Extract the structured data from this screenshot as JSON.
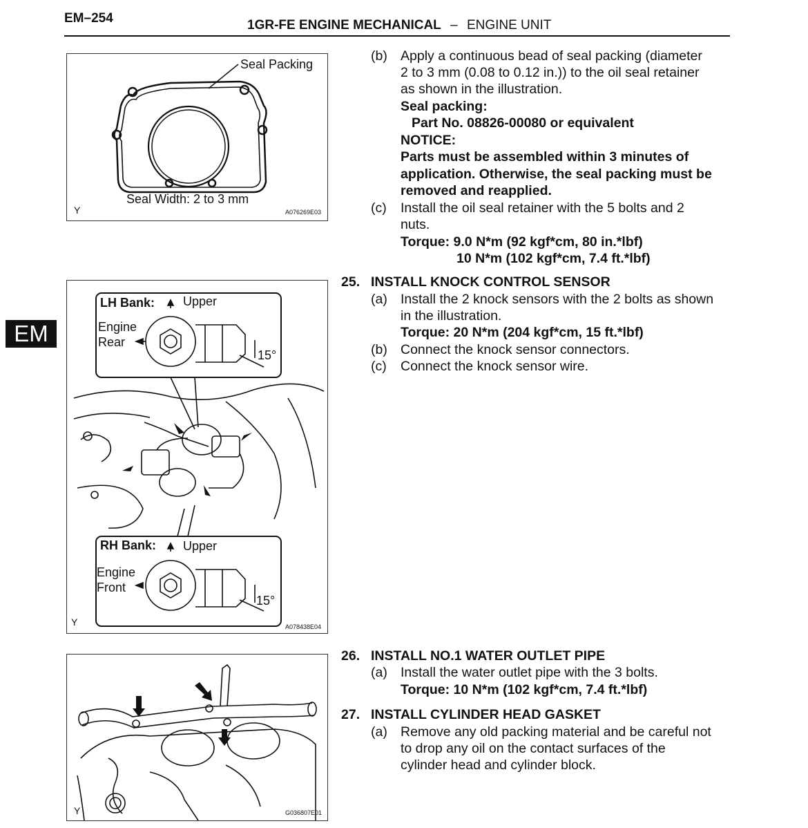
{
  "header": {
    "page_number": "EM–254",
    "title_bold": "1GR-FE ENGINE MECHANICAL",
    "title_sep": "–",
    "title_rest": "ENGINE UNIT"
  },
  "side_tab": "EM",
  "figures": {
    "fig1": {
      "seal_packing": "Seal Packing",
      "seal_width": "Seal Width: 2 to 3 mm",
      "code": "A076269E03",
      "y": "Y"
    },
    "fig2": {
      "lh_bank": "LH Bank:",
      "upper_1": "Upper",
      "engine_rear_1": "Engine",
      "engine_rear_2": "Rear",
      "angle_1": "15°",
      "rh_bank": "RH Bank:",
      "upper_2": "Upper",
      "engine_front_1": "Engine",
      "engine_front_2": "Front",
      "angle_2": "15°",
      "code": "A078438E04",
      "y": "Y"
    },
    "fig3": {
      "code": "G036807E01",
      "y": "Y"
    }
  },
  "steps": {
    "b_label": "(b)",
    "b_lines": [
      "Apply a continuous bead of seal packing (diameter",
      "2 to 3 mm (0.08 to 0.12 in.)) to the oil seal retainer",
      "as shown in the illustration."
    ],
    "seal_packing_title": "Seal packing:",
    "seal_packing_part": "Part No. 08826-00080 or equivalent",
    "notice_title": "NOTICE:",
    "notice_lines": [
      "Parts must be assembled within 3 minutes of",
      "application. Otherwise, the seal packing must be",
      "removed and reapplied."
    ],
    "c_label": "(c)",
    "c_lines": [
      "Install the oil seal retainer with the 5 bolts and 2",
      "nuts."
    ],
    "c_torque_1": "Torque: 9.0 N*m (92 kgf*cm, 80 in.*lbf)",
    "c_torque_2": "10 N*m (102 kgf*cm, 7.4 ft.*lbf)",
    "s25_num": "25.",
    "s25_title": "INSTALL KNOCK CONTROL SENSOR",
    "s25_a_label": "(a)",
    "s25_a_lines": [
      "Install the 2 knock sensors with the 2 bolts as shown",
      "in the illustration."
    ],
    "s25_torque": "Torque: 20 N*m (204 kgf*cm, 15 ft.*lbf)",
    "s25_b_label": "(b)",
    "s25_b_text": "Connect the knock sensor connectors.",
    "s25_c_label": "(c)",
    "s25_c_text": "Connect the knock sensor wire.",
    "s26_num": "26.",
    "s26_title": "INSTALL NO.1 WATER OUTLET PIPE",
    "s26_a_label": "(a)",
    "s26_a_text": "Install the water outlet pipe with the 3 bolts.",
    "s26_torque": "Torque: 10 N*m (102 kgf*cm, 7.4 ft.*lbf)",
    "s27_num": "27.",
    "s27_title": "INSTALL CYLINDER HEAD GASKET",
    "s27_a_label": "(a)",
    "s27_a_lines": [
      "Remove any old packing material and be careful not",
      "to drop any oil on the contact surfaces of the",
      "cylinder head and cylinder block."
    ]
  }
}
